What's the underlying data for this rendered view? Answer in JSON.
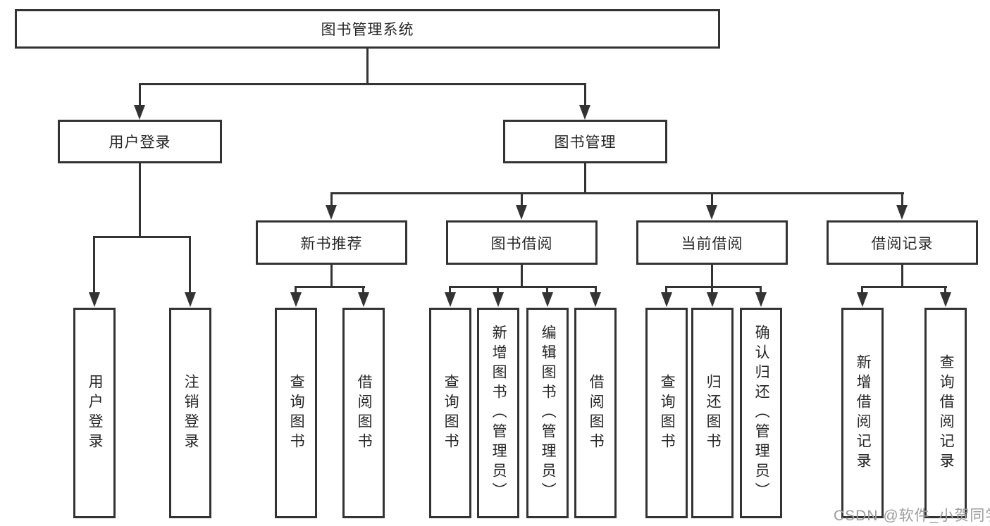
{
  "tree": {
    "root": {
      "label": "图书管理系统"
    },
    "branches": [
      {
        "label": "用户登录",
        "children": [
          "用户登录",
          "注销登录"
        ]
      },
      {
        "label": "图书管理",
        "children": [
          {
            "label": "新书推荐",
            "children": [
              "查询图书",
              "借阅图书"
            ]
          },
          {
            "label": "图书借阅",
            "children": [
              "查询图书",
              "新增图书（管理员）",
              "编辑图书（管理员）",
              "借阅图书"
            ]
          },
          {
            "label": "当前借阅",
            "children": [
              "查询图书",
              "归还图书",
              "确认归还（管理员）"
            ]
          },
          {
            "label": "借阅记录",
            "children": [
              "新增借阅记录",
              "查询借阅记录"
            ]
          }
        ]
      }
    ]
  },
  "watermark": {
    "text": "CSDN @软件_小贺同学"
  },
  "colors": {
    "line": "#333333",
    "text": "#262626",
    "background": "#ffffff",
    "watermark": "#9c9c9c"
  }
}
